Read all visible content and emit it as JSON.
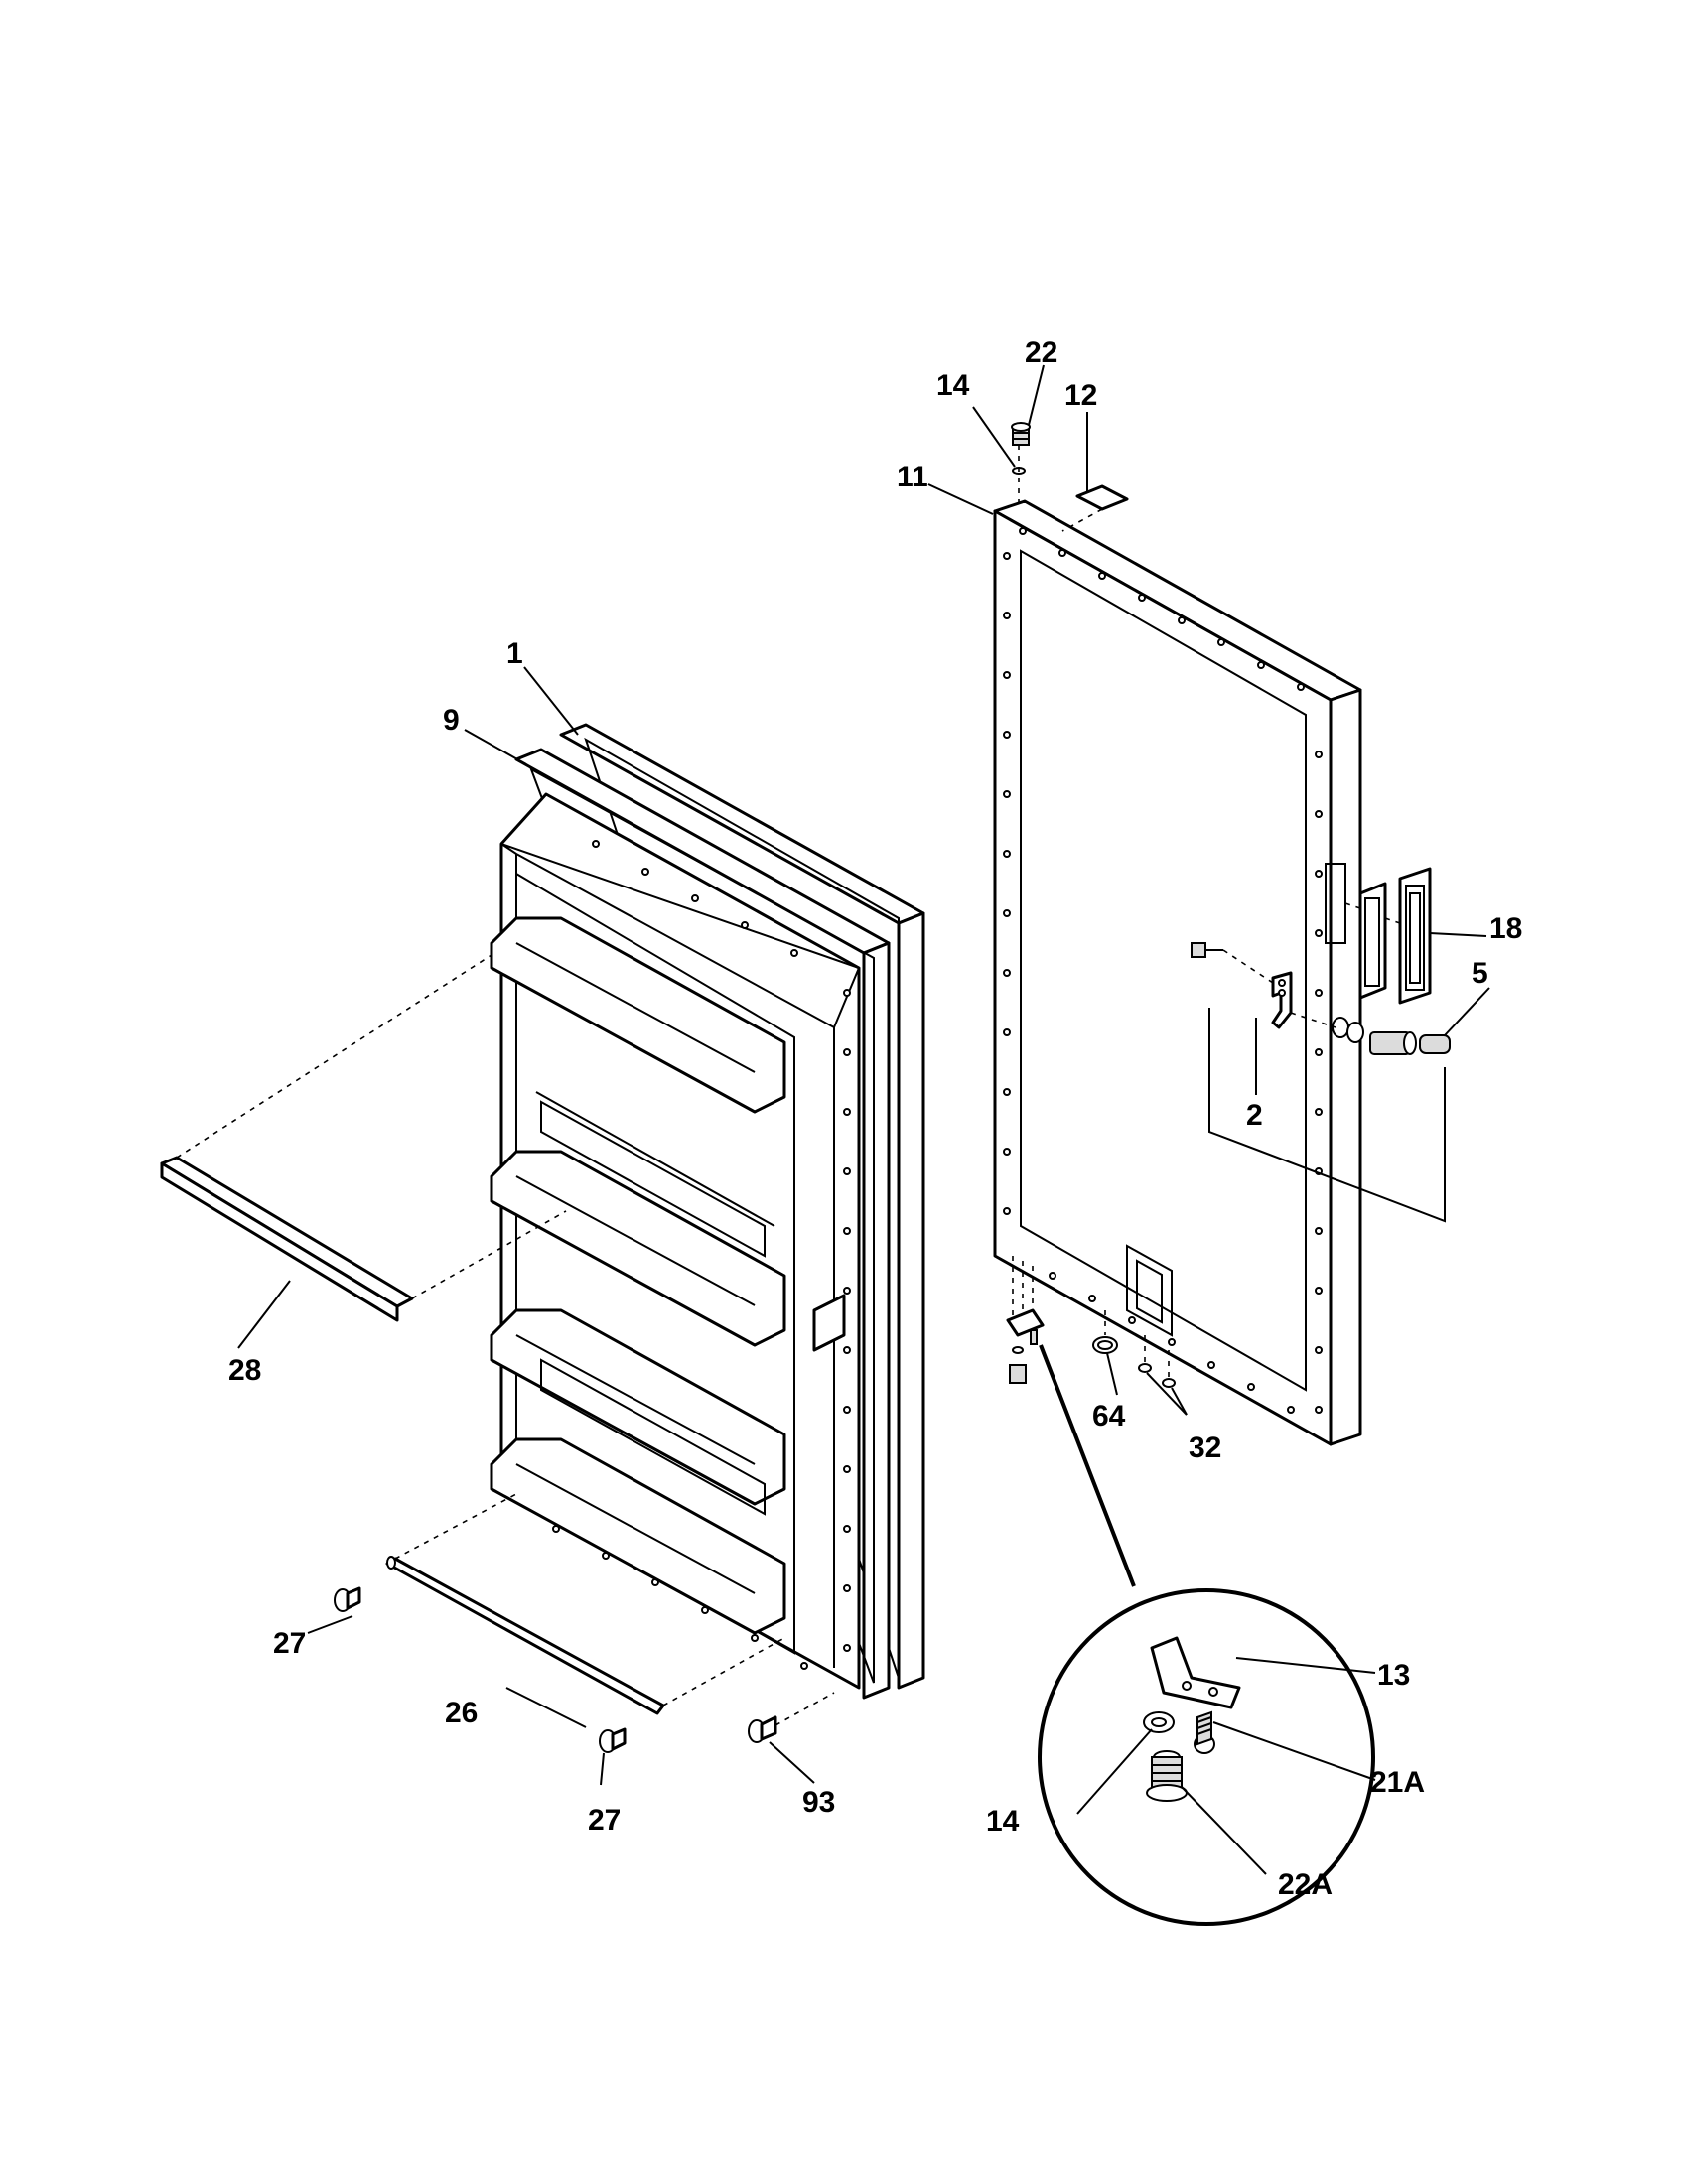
{
  "diagram": {
    "callouts": {
      "c1": "1",
      "c2": "2",
      "c5": "5",
      "c9": "9",
      "c11": "11",
      "c12": "12",
      "c13": "13",
      "c14_top": "14",
      "c14_detail": "14",
      "c18": "18",
      "c21a": "21A",
      "c22": "22",
      "c22a": "22A",
      "c26": "26",
      "c27_left": "27",
      "c27_bottom": "27",
      "c28": "28",
      "c32": "32",
      "c64": "64",
      "c93": "93"
    }
  }
}
